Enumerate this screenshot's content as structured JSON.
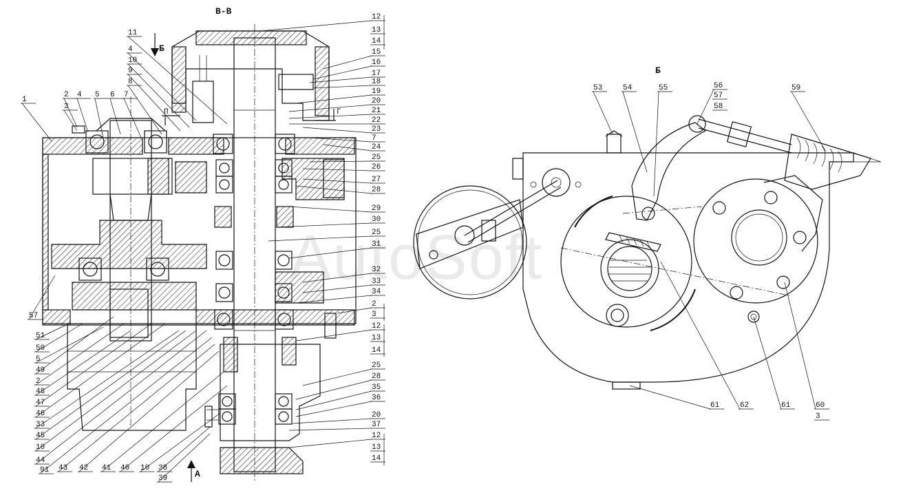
{
  "views": {
    "section_left_title": "В-В",
    "view_right_title": "Б",
    "arrow_b": "Б",
    "arrow_a": "А",
    "arrow_g": "Г",
    "arrow_p": "П"
  },
  "watermark": "AutoSoft",
  "labels_left": [
    {
      "id": "1",
      "text": "1"
    },
    {
      "id": "2a",
      "text": "2"
    },
    {
      "id": "3a",
      "text": "3"
    },
    {
      "id": "4a",
      "text": "4"
    },
    {
      "id": "5a",
      "text": "5"
    },
    {
      "id": "6",
      "text": "6"
    },
    {
      "id": "7a",
      "text": "7"
    },
    {
      "id": "8",
      "text": "8"
    },
    {
      "id": "9",
      "text": "9"
    },
    {
      "id": "10a",
      "text": "10"
    },
    {
      "id": "4b",
      "text": "4"
    },
    {
      "id": "11",
      "text": "11"
    },
    {
      "id": "57",
      "text": "57"
    },
    {
      "id": "51",
      "text": "51"
    },
    {
      "id": "50",
      "text": "50"
    },
    {
      "id": "5b",
      "text": "5"
    },
    {
      "id": "49",
      "text": "49"
    },
    {
      "id": "2b",
      "text": "2"
    },
    {
      "id": "48",
      "text": "48"
    },
    {
      "id": "47",
      "text": "47"
    },
    {
      "id": "46",
      "text": "46"
    },
    {
      "id": "33a",
      "text": "33"
    },
    {
      "id": "45",
      "text": "45"
    },
    {
      "id": "10b",
      "text": "10"
    },
    {
      "id": "44",
      "text": "44"
    },
    {
      "id": "91",
      "text": "91"
    },
    {
      "id": "43",
      "text": "43"
    },
    {
      "id": "42",
      "text": "42"
    },
    {
      "id": "41",
      "text": "41"
    },
    {
      "id": "40",
      "text": "40"
    },
    {
      "id": "10c",
      "text": "10"
    },
    {
      "id": "38",
      "text": "38"
    },
    {
      "id": "39",
      "text": "39"
    }
  ],
  "labels_right_column": [
    {
      "id": "12a",
      "text": "12"
    },
    {
      "id": "13a",
      "text": "13"
    },
    {
      "id": "14a",
      "text": "14"
    },
    {
      "id": "15",
      "text": "15"
    },
    {
      "id": "16",
      "text": "16"
    },
    {
      "id": "17",
      "text": "17"
    },
    {
      "id": "18",
      "text": "18"
    },
    {
      "id": "19",
      "text": "19"
    },
    {
      "id": "20a",
      "text": "20"
    },
    {
      "id": "21",
      "text": "21"
    },
    {
      "id": "22",
      "text": "22"
    },
    {
      "id": "23",
      "text": "23"
    },
    {
      "id": "7b",
      "text": "7"
    },
    {
      "id": "24",
      "text": "24"
    },
    {
      "id": "25a",
      "text": "25"
    },
    {
      "id": "26",
      "text": "26"
    },
    {
      "id": "27",
      "text": "27"
    },
    {
      "id": "28a",
      "text": "28"
    },
    {
      "id": "29",
      "text": "29"
    },
    {
      "id": "30",
      "text": "30"
    },
    {
      "id": "25b",
      "text": "25"
    },
    {
      "id": "31",
      "text": "31"
    },
    {
      "id": "32",
      "text": "32"
    },
    {
      "id": "33b",
      "text": "33"
    },
    {
      "id": "34",
      "text": "34"
    },
    {
      "id": "2c",
      "text": "2"
    },
    {
      "id": "3b",
      "text": "3"
    },
    {
      "id": "12b",
      "text": "12"
    },
    {
      "id": "13b",
      "text": "13"
    },
    {
      "id": "14b",
      "text": "14"
    },
    {
      "id": "25c",
      "text": "25"
    },
    {
      "id": "28b",
      "text": "28"
    },
    {
      "id": "35",
      "text": "35"
    },
    {
      "id": "36",
      "text": "36"
    },
    {
      "id": "20b",
      "text": "20"
    },
    {
      "id": "37",
      "text": "37"
    },
    {
      "id": "12c",
      "text": "12"
    },
    {
      "id": "13c",
      "text": "13"
    },
    {
      "id": "14c",
      "text": "14"
    }
  ],
  "labels_view_b": [
    {
      "id": "53",
      "text": "53"
    },
    {
      "id": "54",
      "text": "54"
    },
    {
      "id": "55",
      "text": "55"
    },
    {
      "id": "56",
      "text": "56"
    },
    {
      "id": "57b",
      "text": "57"
    },
    {
      "id": "58",
      "text": "58"
    },
    {
      "id": "59",
      "text": "59"
    },
    {
      "id": "61a",
      "text": "61"
    },
    {
      "id": "62",
      "text": "62"
    },
    {
      "id": "61b",
      "text": "61"
    },
    {
      "id": "60",
      "text": "60"
    },
    {
      "id": "3c",
      "text": "3"
    }
  ]
}
